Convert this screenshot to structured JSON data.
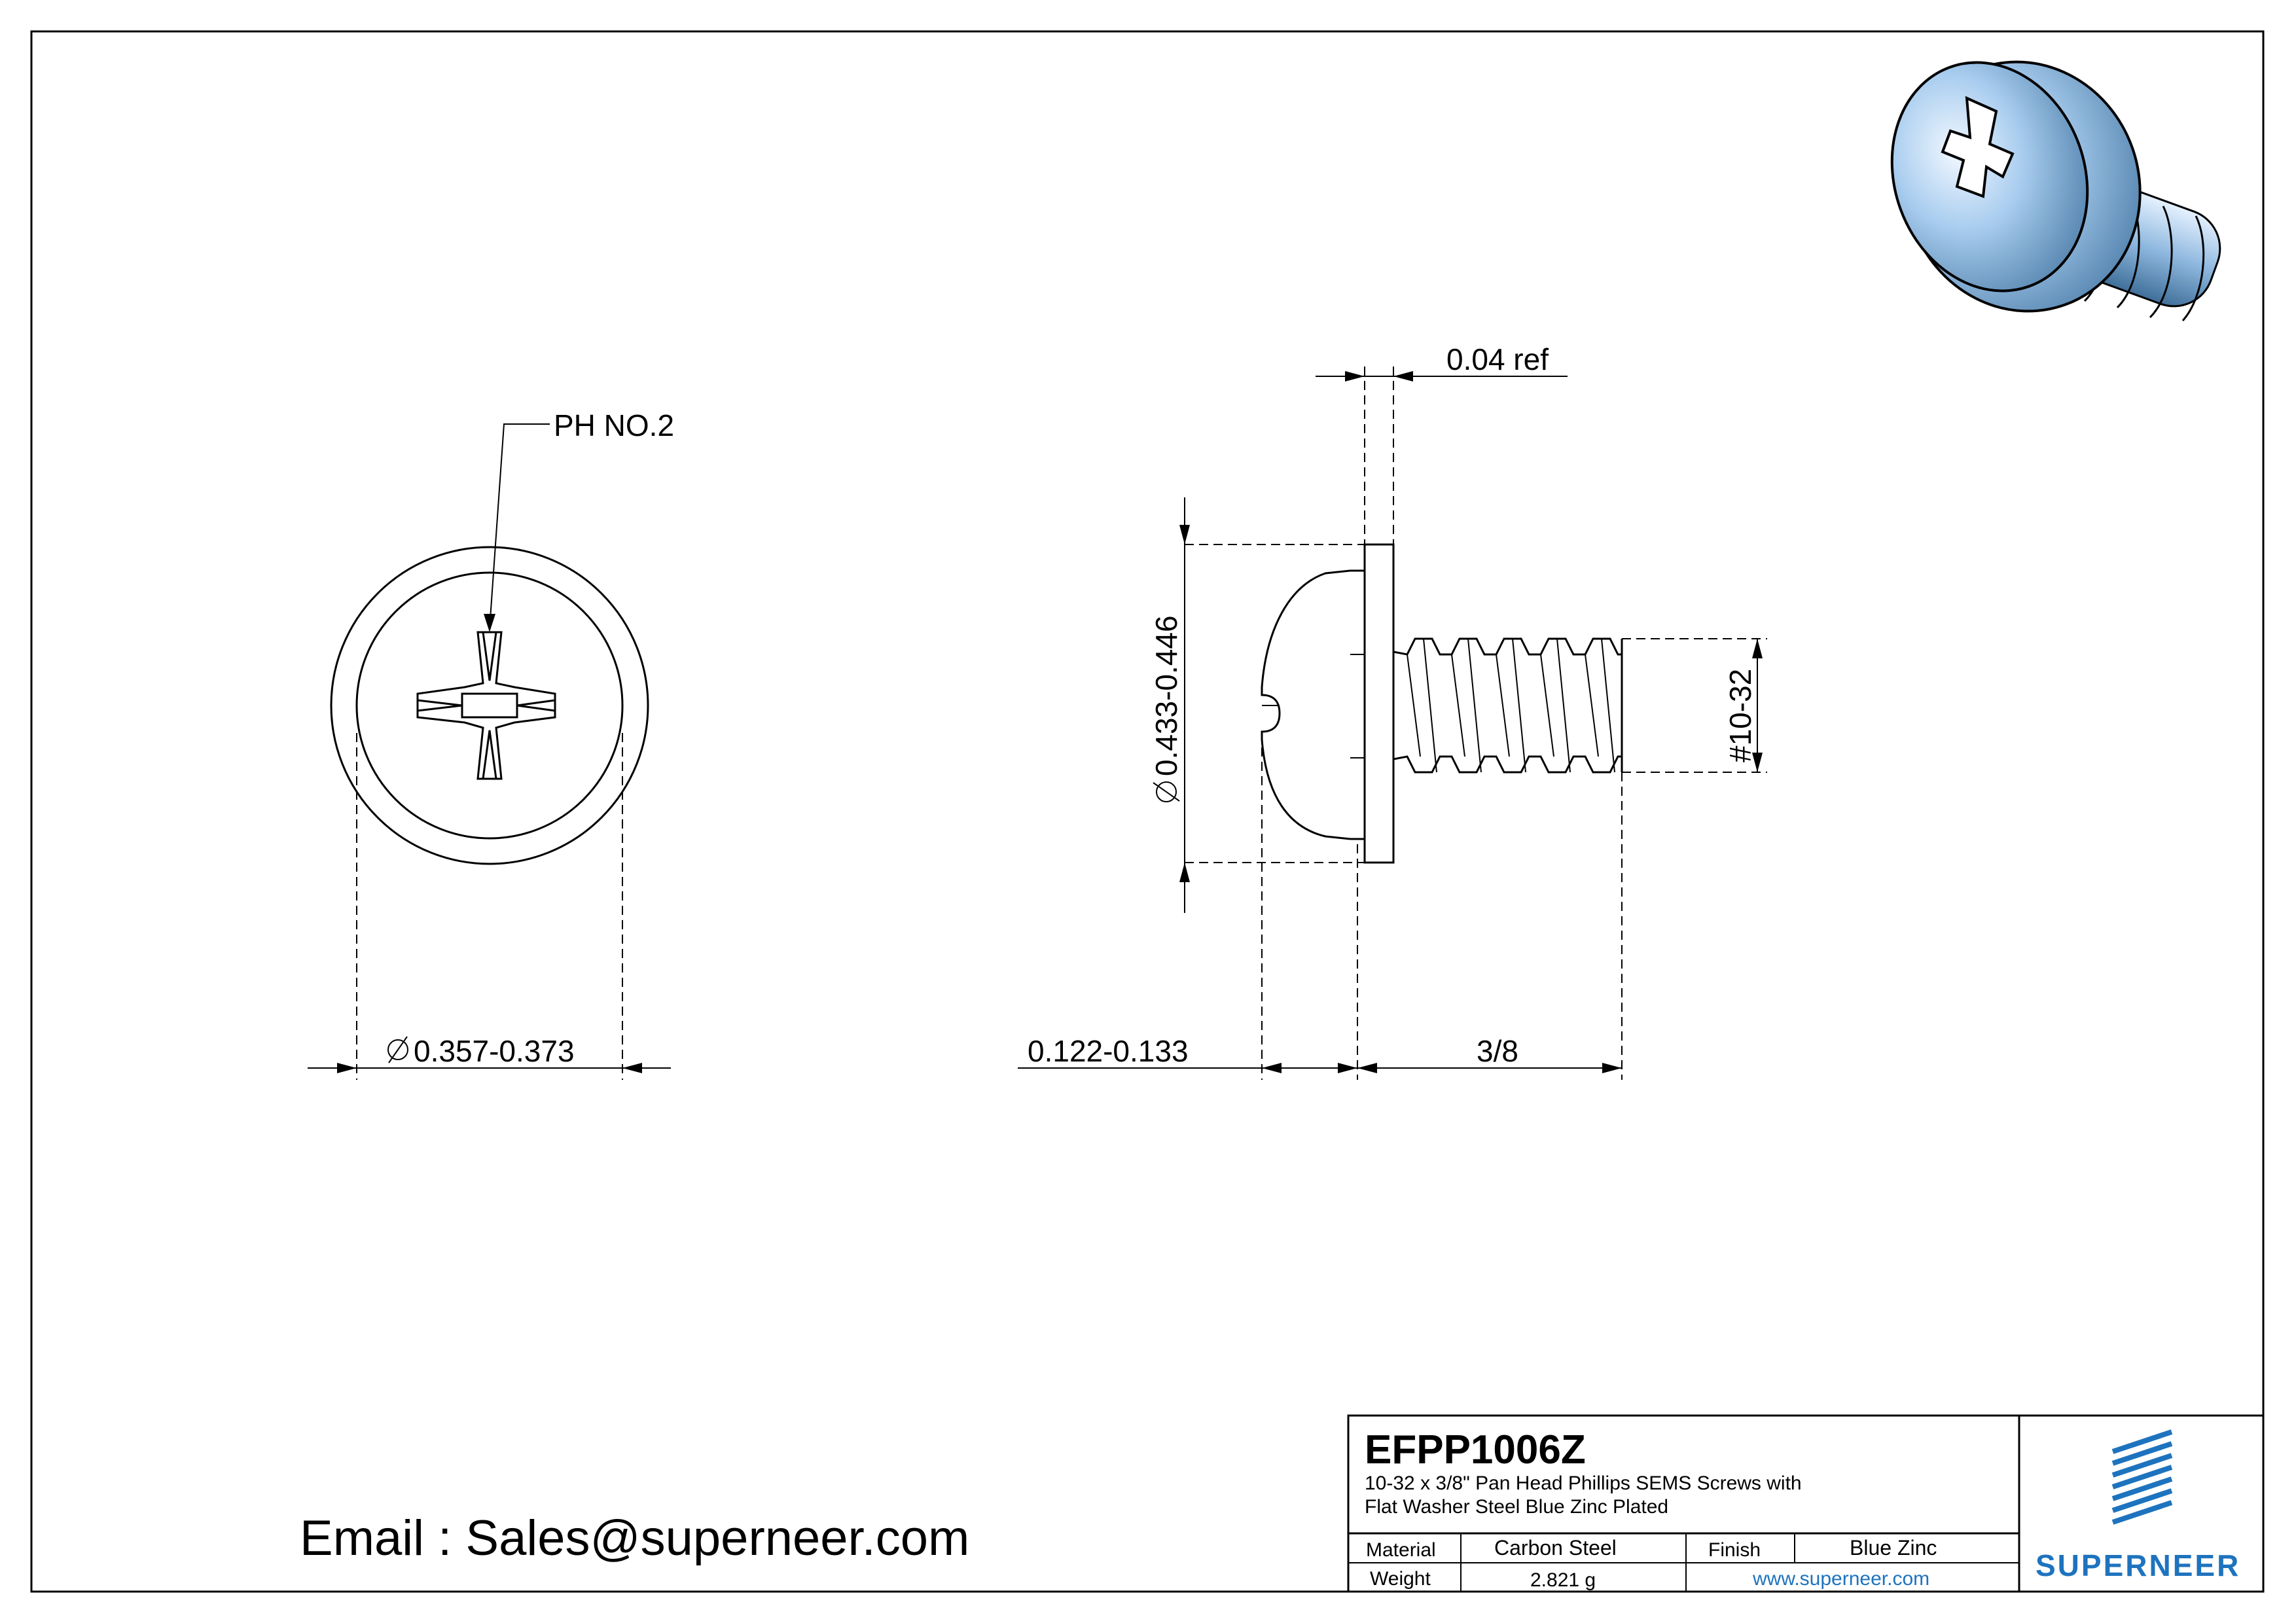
{
  "callouts": {
    "drive": "PH NO.2",
    "head_diameter": "0.357-0.373",
    "washer_thickness": "0.04 ref",
    "washer_diameter": "0.433-0.446",
    "head_height": "0.122-0.133",
    "length": "3/8",
    "thread": "#10-32"
  },
  "email": "Email : Sales@superneer.com",
  "title_block": {
    "part_no": "EFPP1006Z",
    "desc_line1": "10-32 x 3/8\" Pan Head Phillips SEMS Screws with",
    "desc_line2": "Flat Washer Steel Blue Zinc Plated",
    "material_label": "Material",
    "material_value": "Carbon Steel",
    "finish_label": "Finish",
    "finish_value": "Blue Zinc",
    "weight_label": "Weight",
    "weight_value": "2.821 g",
    "website": "www.superneer.com",
    "brand": "SUPERNEER"
  },
  "colors": {
    "line": "#000000",
    "brand_blue": "#1e73be",
    "render_blue": "#9fc6e8"
  }
}
